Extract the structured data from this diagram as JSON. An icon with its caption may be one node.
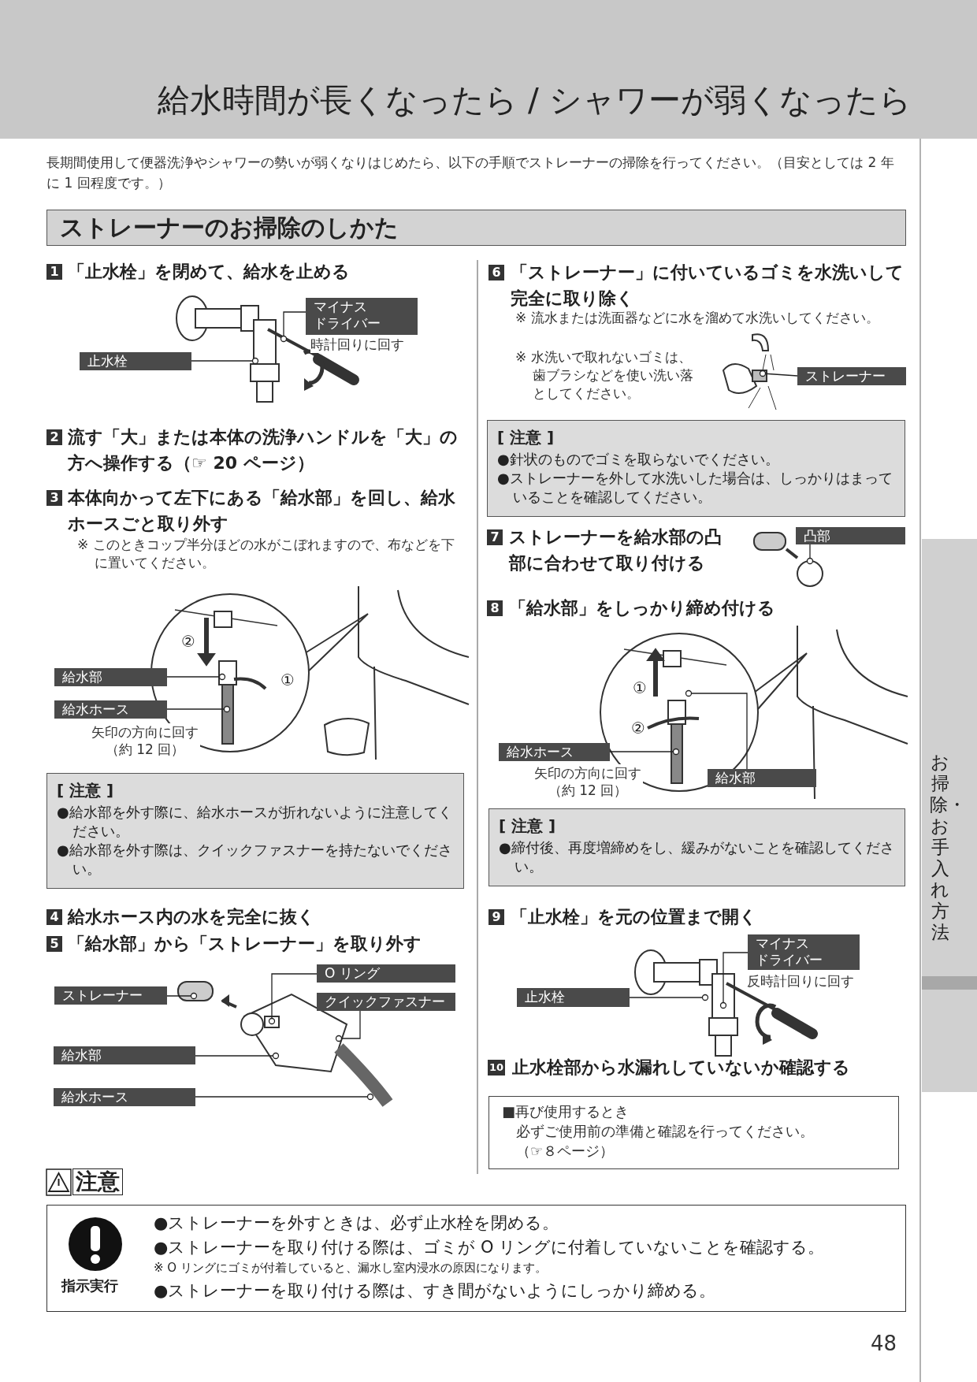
{
  "diagram": {
    "title": "給水時間が長くなったら / シャワーが弱くなったら",
    "nodes": [
      {
        "text": [
          "ストレーナーのお掃除のしかた"
        ]
      },
      {
        "text": [
          "マイナス",
          "ドライバー"
        ]
      },
      {
        "text": [
          "止水栓"
        ]
      },
      {
        "text": [
          "ストレーナー"
        ]
      },
      {
        "text": [
          "[ 注意 ]",
          "●針状のものでゴミを取らないでください。",
          "●ストレーナーを外して水洗いした場合は、しっかりはまっていることを確認してください。"
        ]
      },
      {
        "text": [
          "凸部"
        ]
      },
      {
        "text": [
          "給水部"
        ]
      },
      {
        "text": [
          "給水ホース"
        ]
      },
      {
        "text": [
          "[ 注意 ]",
          "●給水部を外す際に、給水ホースが折れないように注意してください。",
          "●給水部を外す際は、クイックファスナーを持たないでください。"
        ]
      },
      {
        "text": [
          "給水ホース"
        ]
      },
      {
        "text": [
          "給水部"
        ]
      },
      {
        "text": [
          "[ 注意 ]",
          "●締付後、再度増締めをし、緩みがないことを確認してください。"
        ]
      },
      {
        "text": [
          "O リング"
        ]
      },
      {
        "text": [
          "クイックファスナー"
        ]
      },
      {
        "text": [
          "ストレーナー"
        ]
      },
      {
        "text": [
          "給水部"
        ]
      },
      {
        "text": [
          "給水ホース"
        ]
      },
      {
        "text": [
          "マイナス",
          "ドライバー"
        ]
      },
      {
        "text": [
          "止水栓"
        ]
      },
      {
        "text": [
          "■再び使用するとき",
          "必ずご使用前の準備と確認を行ってください。",
          "（☞８ページ）"
        ]
      },
      {
        "text": [
          "指示実行",
          "●ストレーナーを外すときは、必ず止水栓を閉める。",
          "●ストレーナーを取り付ける際は、ゴミが O リングに付着していないことを確認する。",
          "※ O リングにゴミが付着していると、漏水し室内浸水の原因になります。",
          "●ストレーナーを取り付ける際は、すき間がないようにしっかり締める。"
        ]
      },
      {
        "text": [
          "お掃除・お手入れ方法"
        ]
      }
    ],
    "edges": [
      {
        "from": 1,
        "to": null,
        "arrow": "other"
      },
      {
        "from": 2,
        "to": null,
        "arrow": "other"
      },
      {
        "from": 3,
        "to": null,
        "arrow": "other"
      },
      {
        "from": 5,
        "to": null,
        "arrow": "other"
      },
      {
        "from": 6,
        "to": null,
        "arrow": "other"
      },
      {
        "from": 7,
        "to": null,
        "arrow": "other"
      },
      {
        "from": 9,
        "to": null,
        "arrow": "other"
      },
      {
        "from": 10,
        "to": null,
        "arrow": "other"
      },
      {
        "from": 12,
        "to": null,
        "arrow": "other"
      },
      {
        "from": 13,
        "to": null,
        "arrow": "other"
      },
      {
        "from": 14,
        "to": null,
        "arrow": "other"
      },
      {
        "from": 15,
        "to": null,
        "arrow": "other"
      },
      {
        "from": 16,
        "to": null,
        "arrow": "other"
      },
      {
        "from": 17,
        "to": null,
        "arrow": "other"
      },
      {
        "from": 18,
        "to": null,
        "arrow": "other"
      }
    ],
    "labels": [
      "長期間使用して便器洗浄やシャワーの勢いが弱くなりはじめたら、以下の手順でストレーナーの掃除を行ってください。（目安としては 2 年に 1 回程度です。）",
      "1",
      "「止水栓」を閉めて、給水を止める",
      "2",
      "流す「大」または本体の洗浄ハンドルを「大」の方へ操作する（☞ 20 ページ）",
      "3",
      "本体向かって左下にある「給水部」を回し、給水ホースごと取り外す",
      "※ このときコップ半分ほどの水がこぼれますので、布などを下に置いてください。",
      "時計回りに回す",
      "②",
      "①",
      "矢印の方向に回す（約 12 回）",
      "4",
      "給水ホース内の水を完全に抜く",
      "5",
      "「給水部」から「ストレーナー」を取り外す",
      "6",
      "「ストレーナー」に付いているゴミを水洗いして完全に取り除く",
      "※ 流水または洗面器などに水を溜めて水洗いしてください。",
      "※ 水洗いで取れないゴミは、歯ブラシなどを使い洗い落としてください。",
      "7",
      "ストレーナーを給水部の凸部に合わせて取り付ける",
      "8",
      "「給水部」をしっかり締め付ける",
      "①",
      "②",
      "矢印の方向に回す（約 12 回）",
      "9",
      "「止水栓」を元の位置まで開く",
      "反時計回りに回す",
      "10",
      "止水栓部から水漏れしていないか確認する",
      "注意",
      "48"
    ]
  }
}
